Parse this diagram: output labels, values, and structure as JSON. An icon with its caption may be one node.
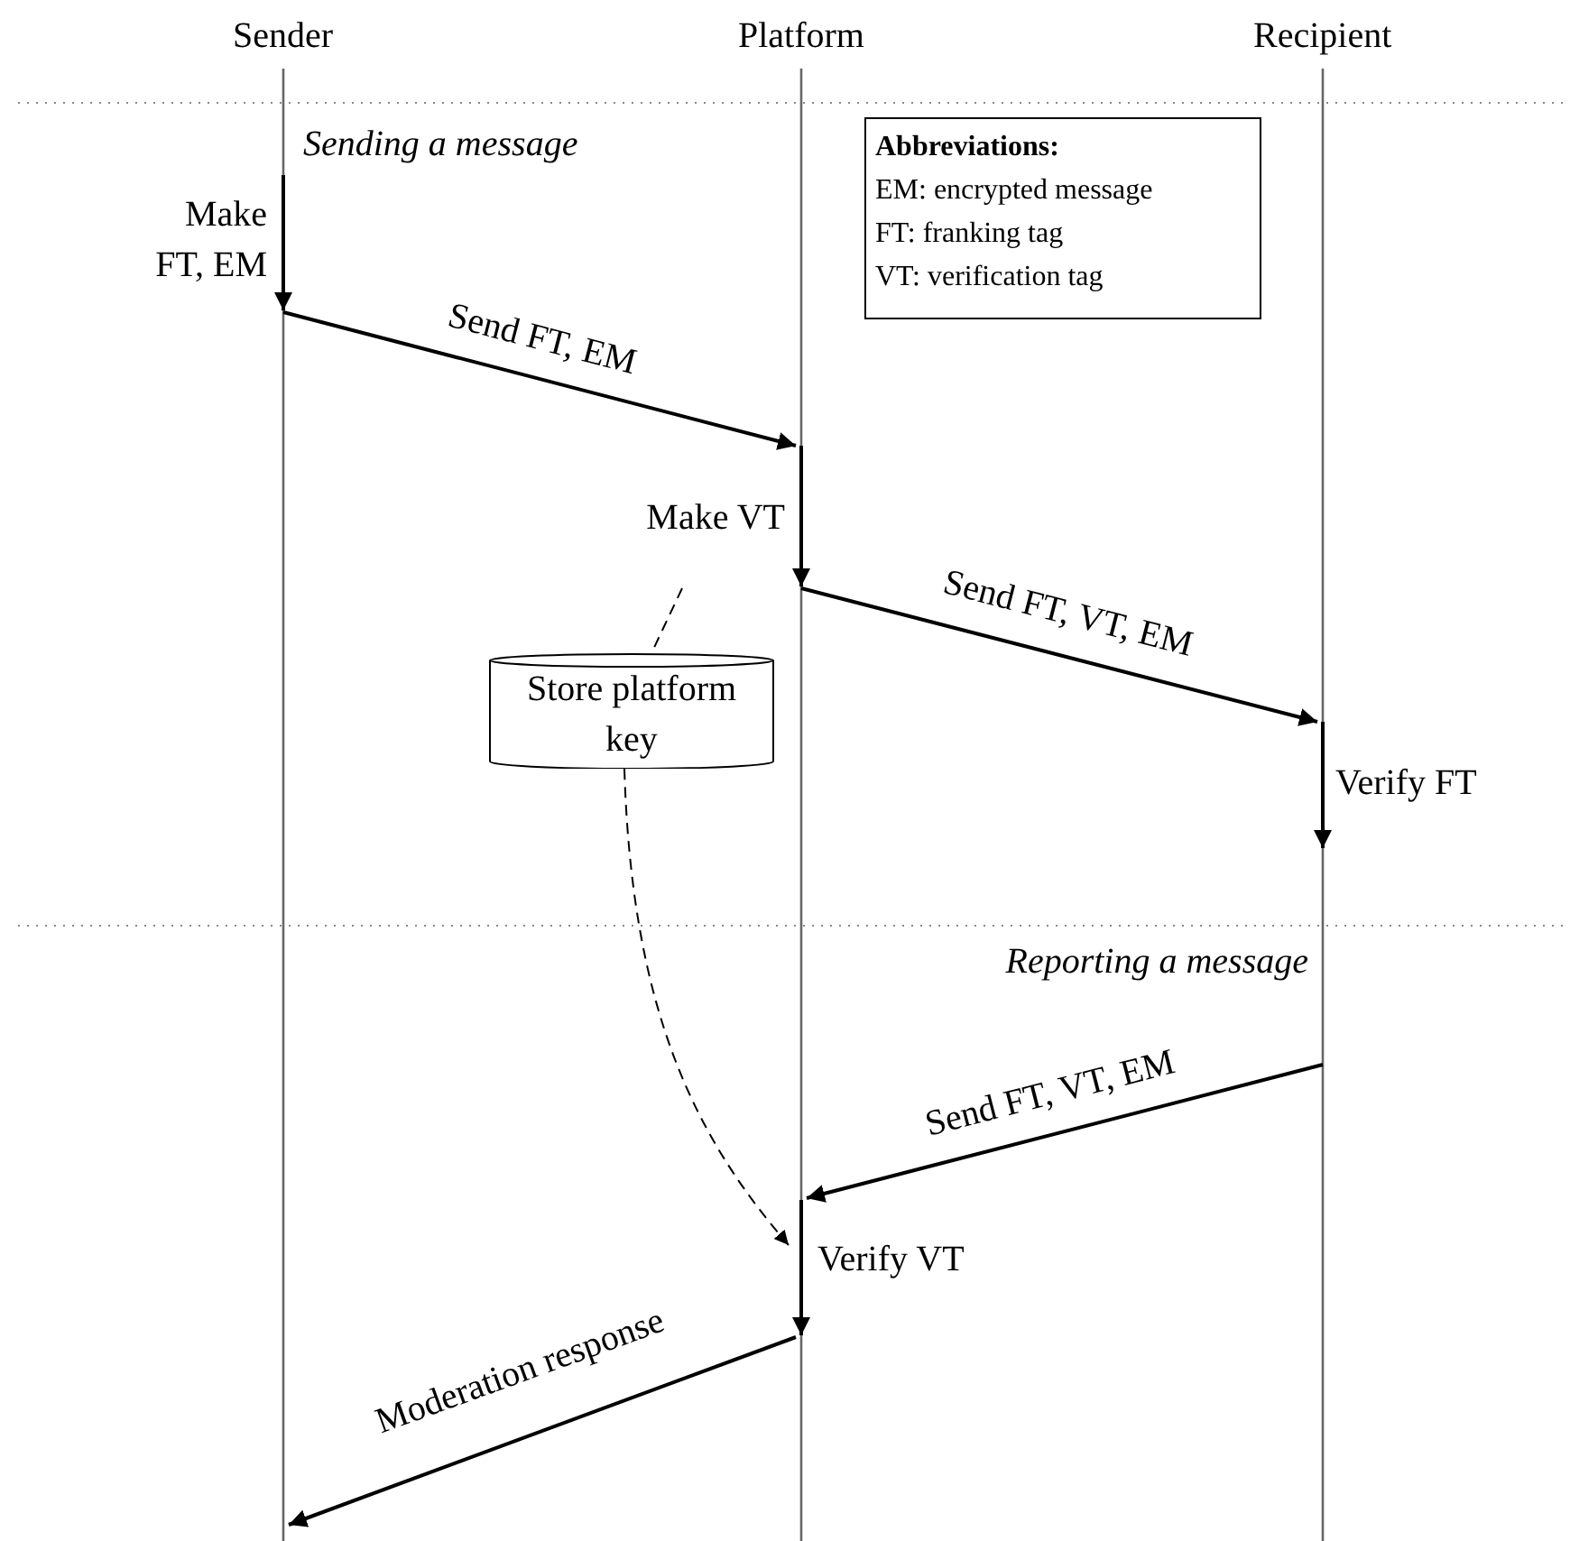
{
  "diagram": {
    "nodes": [
      {
        "text": [
          "Abbreviations:",
          "EM: encrypted message",
          "FT: franking tag",
          "VT: verification tag"
        ]
      },
      {
        "text": [
          "Make FT, EM"
        ]
      },
      {
        "text": [
          "Make VT"
        ]
      },
      {
        "text": [
          "Store platform key"
        ]
      },
      {
        "text": [
          "Verify FT"
        ]
      },
      {
        "text": [
          "Verify VT"
        ]
      }
    ],
    "edges": [
      {
        "from": 1,
        "to": 2,
        "arrow": "to",
        "label": "Send FT, EM"
      },
      {
        "from": 2,
        "to": 4,
        "arrow": "to",
        "label": "Send FT, VT, EM"
      },
      {
        "from": 2,
        "to": 3,
        "arrow": "none",
        "style": "dashed"
      },
      {
        "from": 3,
        "to": 5,
        "arrow": "to",
        "style": "dashed"
      },
      {
        "from": null,
        "to": 5,
        "arrow": "to",
        "label": "Send FT, VT, EM"
      },
      {
        "from": 5,
        "to": null,
        "arrow": "to",
        "label": "Moderation response"
      }
    ],
    "labels": [
      "Sender",
      "Platform",
      "Recipient",
      "Sending a message",
      "Reporting a message"
    ]
  }
}
